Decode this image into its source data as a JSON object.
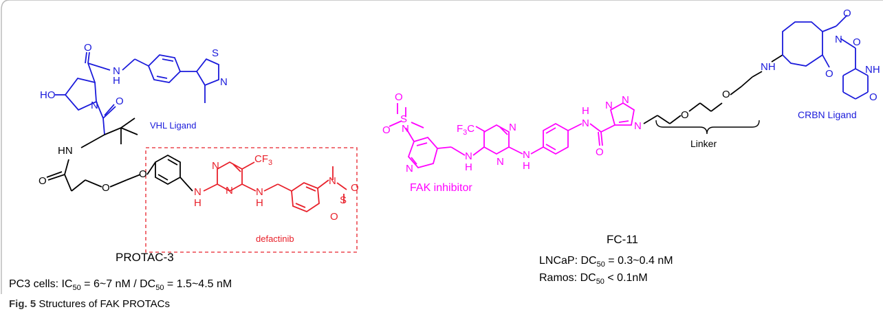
{
  "figure": {
    "caption_label": "Fig. 5",
    "caption_text": "Structures of FAK PROTACs"
  },
  "left": {
    "name": "PROTAC-3",
    "vhl_label": "VHL Ligand",
    "warhead_label": "defactinib",
    "atoms": {
      "ho": "HO",
      "n_pyrrolidine": "N",
      "amide_nh": "N",
      "amide_h": "H",
      "hn": "HN",
      "o1": "O",
      "o2": "O",
      "o3": "O",
      "o4": "O",
      "s_thiazole": "S",
      "n_thiazole": "N",
      "cf3_main": "CF",
      "cf3_sub": "3",
      "n_pyr1": "N",
      "n_pyr2": "N",
      "nh1_n": "N",
      "nh1_h": "H",
      "nh2_n": "N",
      "nh2_h": "H",
      "n_sulf": "N",
      "s_sulf": "S",
      "o_s1": "O",
      "o_s2": "O"
    },
    "activity": {
      "cells": "PC3 cells: IC",
      "sub1": "50",
      "val1": " = 6~7 nM / DC",
      "sub2": "50",
      "val2": " = 1.5~4.5 nM"
    }
  },
  "right": {
    "name": "FC-11",
    "fak_label": "FAK inhibitor",
    "crbn_label": "CRBN Ligand",
    "linker_label": "Linker",
    "atoms": {
      "o_s1": "O",
      "s": "S",
      "n_sulf": "N",
      "o_s2": "O",
      "n_pyridine": "N",
      "cf3_main": "F",
      "cf3_sub": "3",
      "cf3_c": "C",
      "n_pyr1": "N",
      "n_pyr2": "N",
      "nh1_n": "N",
      "nh1_h": "H",
      "nh2_n": "N",
      "nh2_h": "H",
      "amide_h": "H",
      "amide_n": "N",
      "amide_o": "O",
      "triazole_n1": "N",
      "triazole_n2": "N",
      "triazole_n3": "N",
      "o_link1": "O",
      "o_link2": "O",
      "nh_link": "NH",
      "o_pht1": "O",
      "o_pht2": "O",
      "n_pht": "N",
      "o_glu1": "O",
      "nh_glu": "NH",
      "o_glu2": "O"
    },
    "activity": {
      "line1_a": "LNCaP: DC",
      "line1_sub": "50",
      "line1_b": " = 0.3~0.4 nM",
      "line2_a": "Ramos: DC",
      "line2_sub": "50",
      "line2_b": " < 0.1nM"
    }
  },
  "colors": {
    "vhl": "#1a1adb",
    "warhead": "#e8202a",
    "fak": "#ff00ff",
    "crbn": "#1a1adb",
    "black": "#000000",
    "frame": "#bbbbbb"
  }
}
